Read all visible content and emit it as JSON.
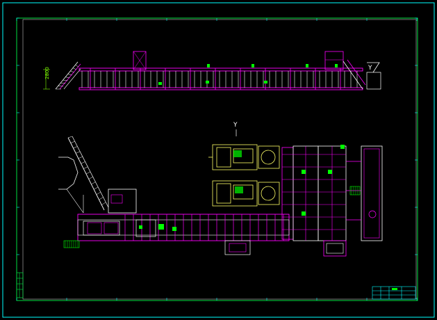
{
  "drawing": {
    "frame_color": "#00ffff",
    "border_color": "#00e040",
    "primary_color": "#ff00ff",
    "secondary_color": "#ffffff",
    "machine_color": "#ffff66",
    "accent_color": "#00ff00",
    "elevation_dimension": "2800",
    "view_marker_upper": "Y",
    "view_marker_plan": "Y"
  }
}
